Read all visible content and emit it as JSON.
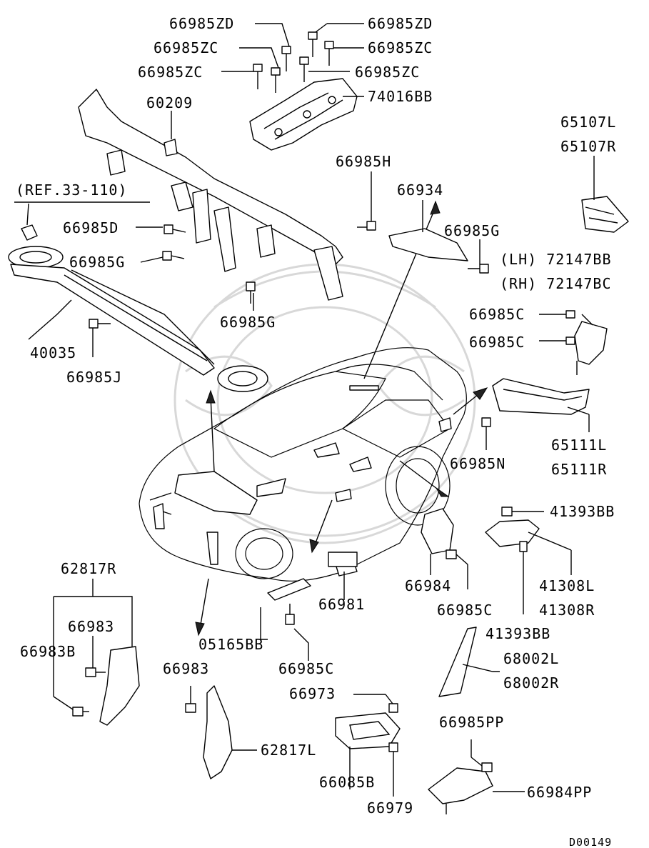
{
  "diagram_id": "D00149",
  "labels": {
    "b1": "66985ZD",
    "b2": "66985ZD",
    "b3": "66985ZC",
    "b4": "66985ZC",
    "b5": "66985ZC",
    "b6": "66985ZC",
    "p74016": "74016BB",
    "p60209": "60209",
    "ref": "(REF.33-110)",
    "d66985D": "66985D",
    "g1": "66985G",
    "g2": "66985G",
    "p40035": "40035",
    "j": "66985J",
    "h": "66985H",
    "p66934": "66934",
    "g3": "66985G",
    "p65107L": "65107L",
    "p65107R": "65107R",
    "lh": "(LH) 72147BB",
    "rh": "(RH) 72147BC",
    "c1": "66985C",
    "c2": "66985C",
    "p65111L": "65111L",
    "p65111R": "65111R",
    "n": "66985N",
    "p41393a": "41393BB",
    "p41308L": "41308L",
    "p41308R": "41308R",
    "p41393b": "41393BB",
    "p66984": "66984",
    "c3": "66985C",
    "p66981": "66981",
    "p05165": "05165BB",
    "c4": "66985C",
    "p62817R": "62817R",
    "p66983a": "66983",
    "p66983B": "66983B",
    "p66983b": "66983",
    "p62817L": "62817L",
    "p66973": "66973",
    "p66085B": "66085B",
    "p66979": "66979",
    "p68002L": "68002L",
    "p68002R": "68002R",
    "pp1": "66985PP",
    "pp2": "66984PP"
  }
}
